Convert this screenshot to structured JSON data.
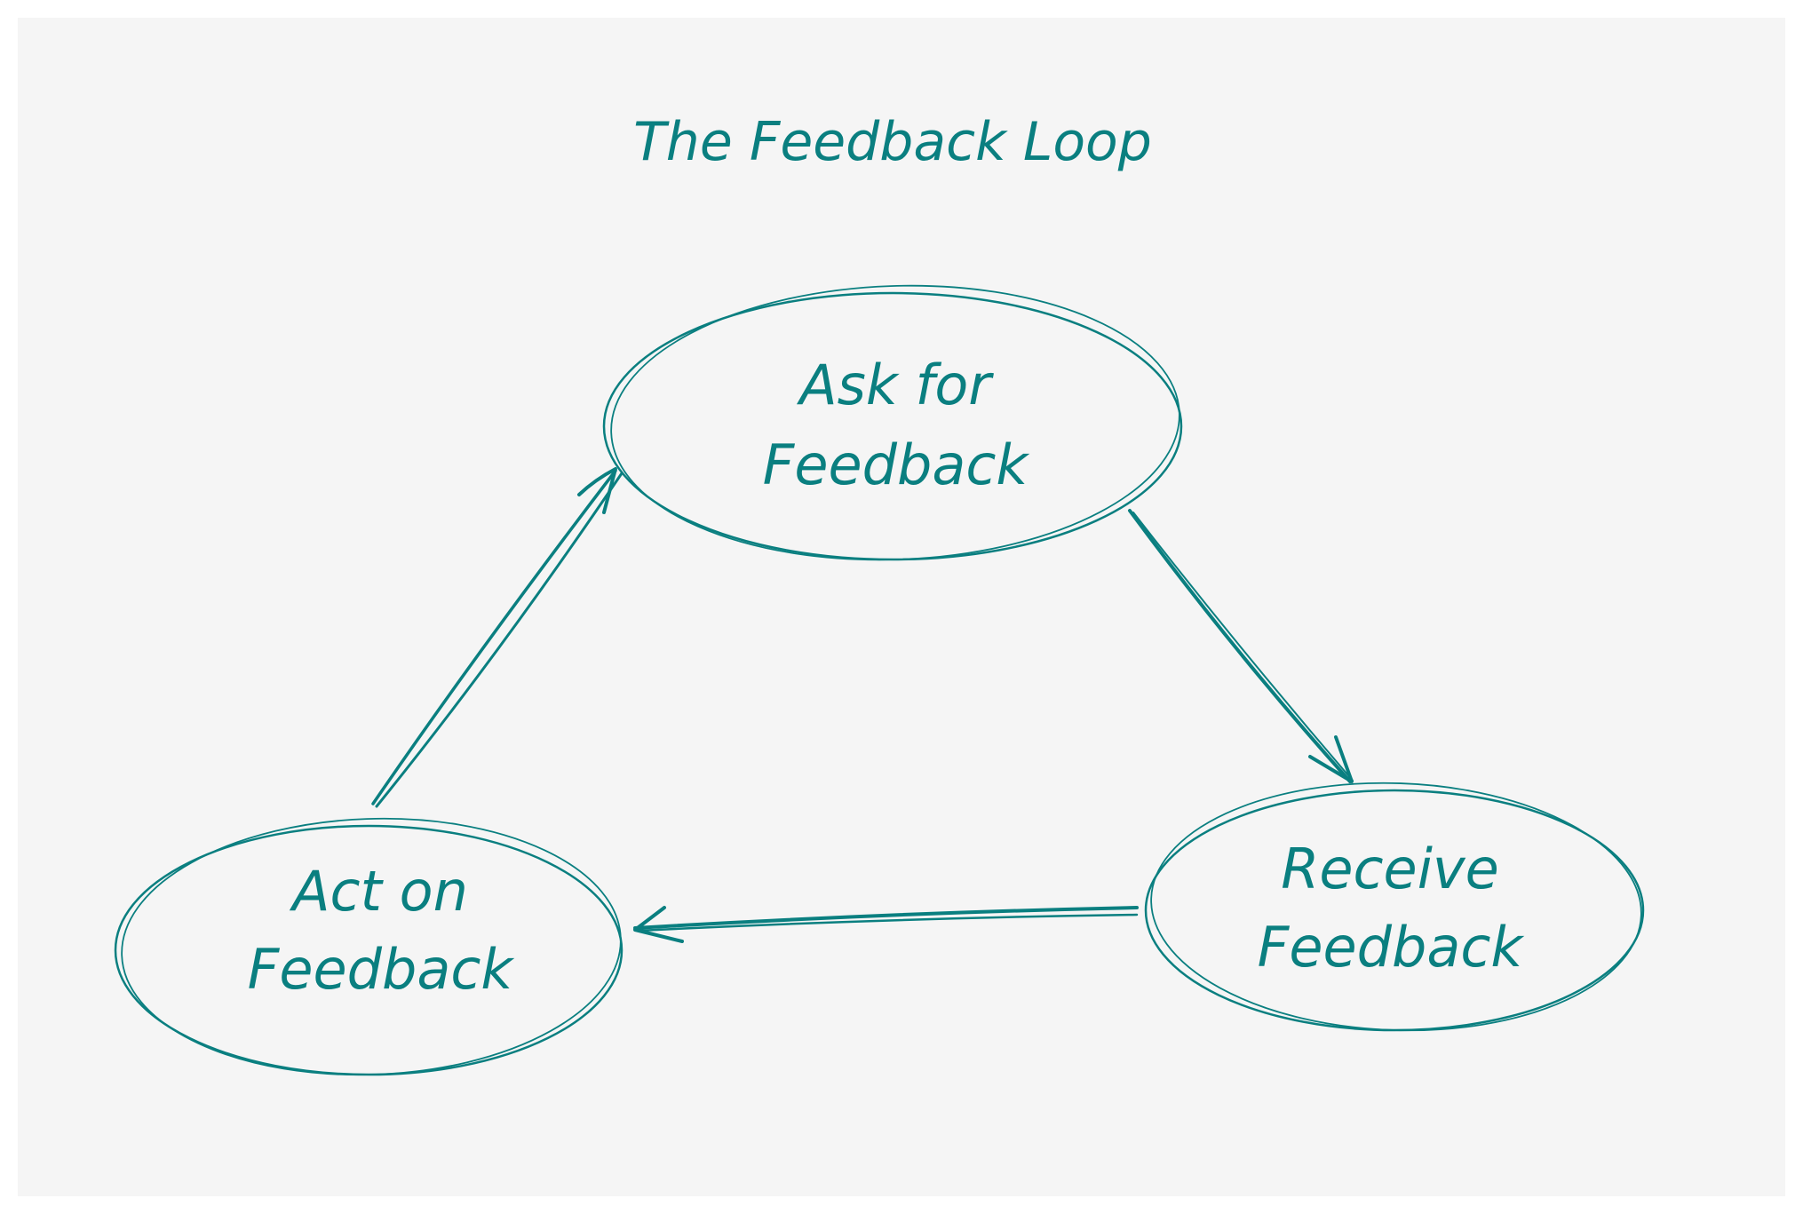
{
  "diagram": {
    "title": "The Feedback Loop",
    "accent_color": "#0a7f80",
    "background_color": "#f5f5f5",
    "nodes": [
      {
        "id": "ask",
        "lines": [
          "Ask for",
          "Feedback"
        ]
      },
      {
        "id": "receive",
        "lines": [
          "Receive",
          "Feedback"
        ]
      },
      {
        "id": "act",
        "lines": [
          "Act on",
          "Feedback"
        ]
      }
    ],
    "edges": [
      {
        "from": "ask",
        "to": "receive"
      },
      {
        "from": "receive",
        "to": "act"
      },
      {
        "from": "act",
        "to": "ask"
      }
    ]
  }
}
